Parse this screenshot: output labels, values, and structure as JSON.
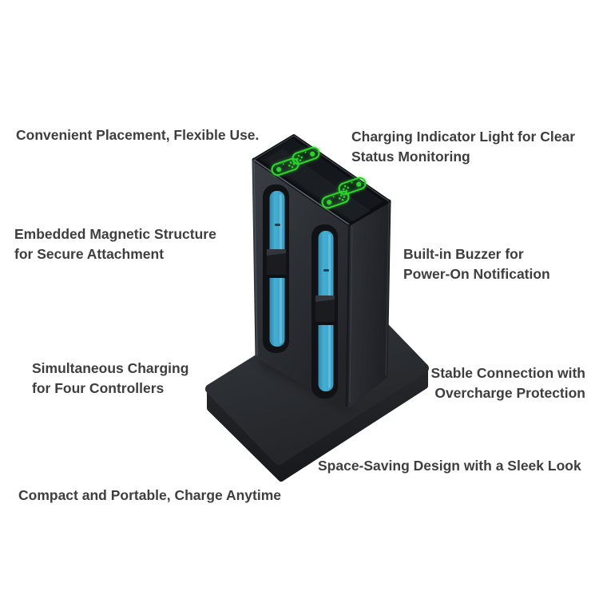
{
  "page": {
    "background": "#ffffff",
    "description": "Feature infographic of a four-controller charging dock"
  },
  "callouts": {
    "convenient_placement": {
      "text": "Convenient Placement, Flexible Use."
    },
    "charging_indicator": {
      "lines": [
        "Charging Indicator Light for Clear",
        "Status Monitoring"
      ]
    },
    "magnetic_structure": {
      "lines": [
        "Embedded Magnetic Structure",
        "for Secure Attachment"
      ]
    },
    "built_in_buzzer": {
      "lines": [
        "Built-in Buzzer for",
        "Power-On Notification"
      ]
    },
    "simultaneous_charging": {
      "lines": [
        "Simultaneous Charging",
        "for Four Controllers"
      ]
    },
    "stable_connection": {
      "lines": [
        "Stable Connection with",
        "Overcharge Protection"
      ]
    },
    "space_saving": {
      "text": "Space-Saving Design with a Sleek Look"
    },
    "compact_portable": {
      "text": "Compact and Portable, Charge Anytime"
    }
  },
  "product": {
    "name": "Four-controller charging dock",
    "charging_slots": 2,
    "indicator_lights": 4,
    "colors": {
      "body": "#2c2f34",
      "top_panel": "#0c0e11",
      "slot_rail_cyan": "#45aed4",
      "indicator_green": "#2bd42b",
      "callout_text": "#3e3e3e"
    }
  }
}
